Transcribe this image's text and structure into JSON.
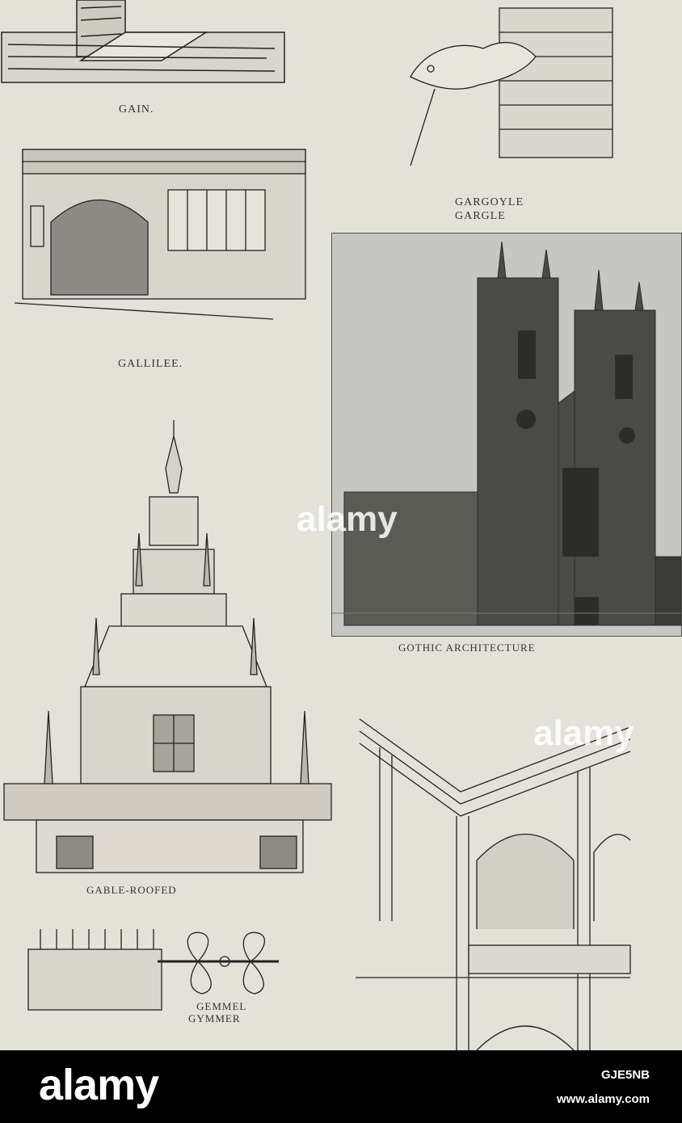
{
  "captions": {
    "gain": "GAIN.",
    "gargoyle": "GARGOYLE",
    "gargle": "GARGLE",
    "gallilee": "GALLILEE.",
    "gothic": "GOTHIC ARCHITECTURE",
    "gable_roofed": "GABLE-ROOFED",
    "gemmel": "GEMMEL",
    "gymmer": "GYMMER"
  },
  "watermark": {
    "text": "alamy",
    "image_id": "GJE5NB",
    "site": "www.alamy.com"
  },
  "colors": {
    "paper": "#e4e1d9",
    "ink": "#333333",
    "footer_bg": "#000000"
  }
}
